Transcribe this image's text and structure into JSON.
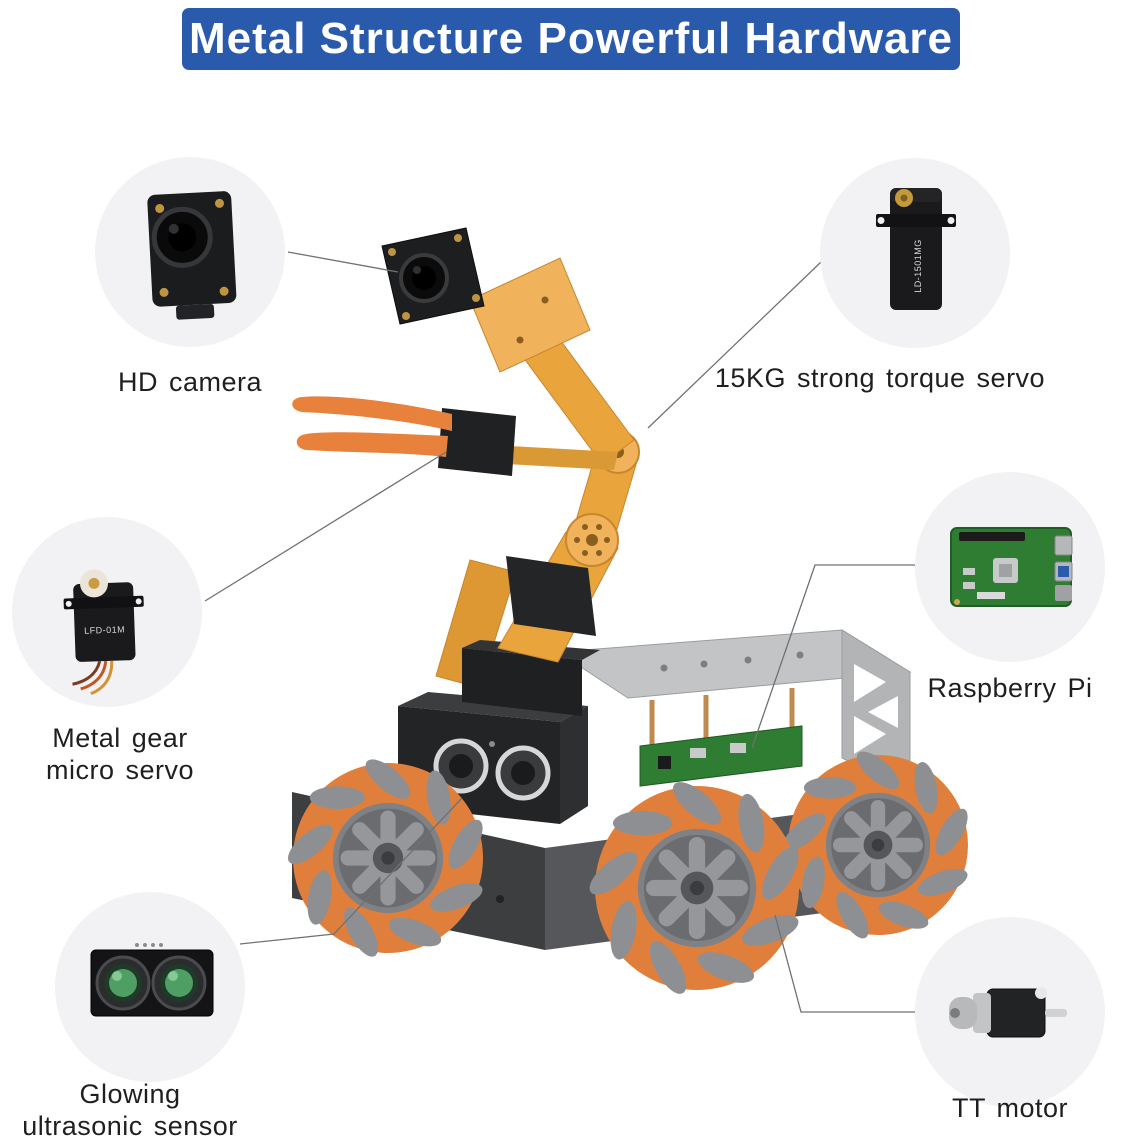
{
  "banner": {
    "title": "Metal Structure Powerful Hardware"
  },
  "callouts": {
    "hd_camera": {
      "label": "HD camera"
    },
    "torque_servo": {
      "label": "15KG strong torque servo",
      "part_text": "LD-1501MG"
    },
    "micro_servo": {
      "label": "Metal gear\nmicro servo",
      "part_text": "LFD-01M"
    },
    "raspberry_pi": {
      "label": "Raspberry Pi"
    },
    "ultrasonic": {
      "label": "Glowing\nultrasonic sensor"
    },
    "tt_motor": {
      "label": "TT motor"
    }
  },
  "colors": {
    "banner_bg": "#2a5aab",
    "banner_text": "#ffffff",
    "callout_circle_bg": "#f2f2f4",
    "label_text": "#1f1f1f",
    "wheel_orange": "#e07f3c",
    "arm_gold": "#e9a43c",
    "gripper_orange": "#e8813b",
    "chassis_gray": "#3c3e40",
    "deck_silver": "#c2c4c6",
    "pi_green": "#2f7d33"
  }
}
